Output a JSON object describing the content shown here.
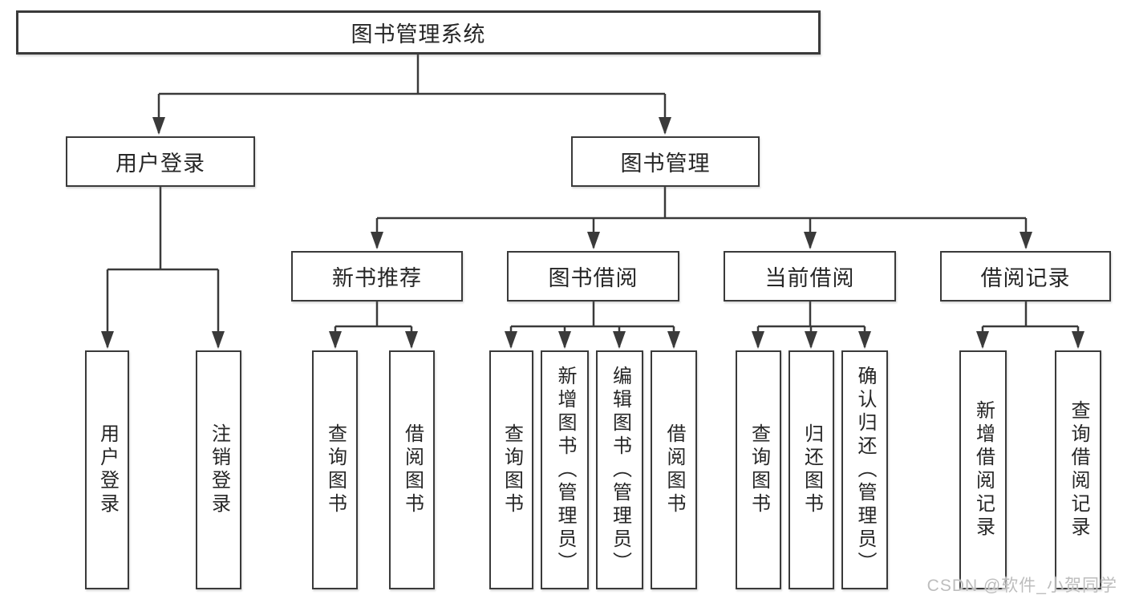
{
  "diagram": {
    "root": {
      "label": "图书管理系统"
    },
    "level2": [
      {
        "label": "用户登录"
      },
      {
        "label": "图书管理"
      }
    ],
    "level3": [
      {
        "label": "新书推荐",
        "parent": "图书管理"
      },
      {
        "label": "图书借阅",
        "parent": "图书管理"
      },
      {
        "label": "当前借阅",
        "parent": "图书管理"
      },
      {
        "label": "借阅记录",
        "parent": "图书管理"
      }
    ],
    "leaves": [
      {
        "label": "用户登录",
        "parent": "用户登录"
      },
      {
        "label": "注销登录",
        "parent": "用户登录"
      },
      {
        "label": "查询图书",
        "parent": "新书推荐"
      },
      {
        "label": "借阅图书",
        "parent": "新书推荐"
      },
      {
        "label": "查询图书",
        "parent": "图书借阅"
      },
      {
        "label": "新增图书（管理员）",
        "parent": "图书借阅"
      },
      {
        "label": "编辑图书（管理员）",
        "parent": "图书借阅"
      },
      {
        "label": "借阅图书",
        "parent": "图书借阅"
      },
      {
        "label": "查询图书",
        "parent": "当前借阅"
      },
      {
        "label": "归还图书",
        "parent": "当前借阅"
      },
      {
        "label": "确认归还（管理员）",
        "parent": "当前借阅"
      },
      {
        "label": "新增借阅记录",
        "parent": "借阅记录"
      },
      {
        "label": "查询借阅记录",
        "parent": "借阅记录"
      }
    ],
    "watermark": "CSDN @软件_小贺同学",
    "colors": {
      "line": "#3a3a3a",
      "box_border": "#3a3a3a",
      "text": "#262626",
      "watermark": "#bdbdbd",
      "background": "#ffffff"
    }
  }
}
